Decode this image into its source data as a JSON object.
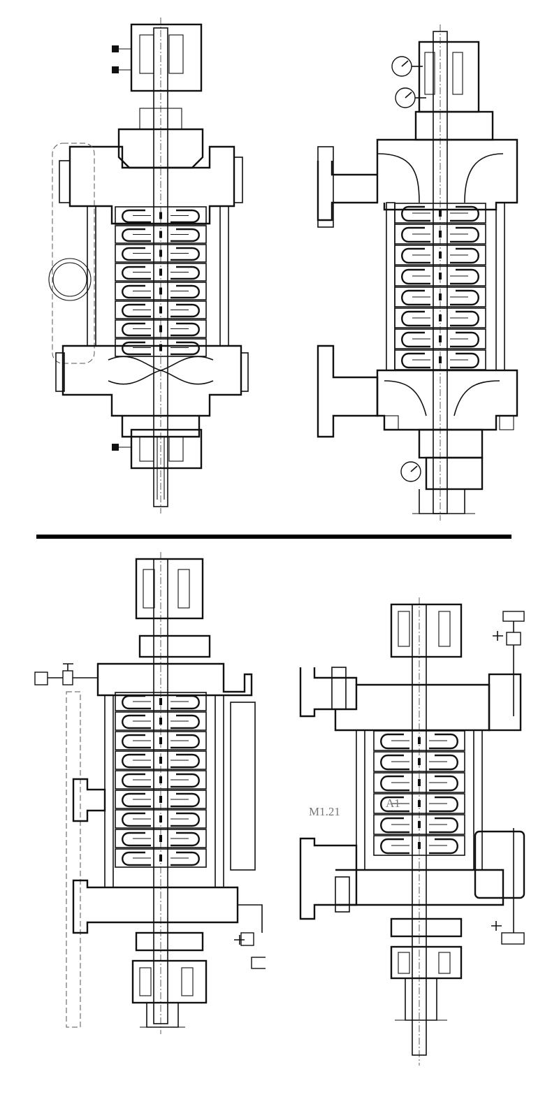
{
  "drawings": [
    {
      "id": "pump-top-left",
      "stages": 8,
      "orientation": "horizontal-inlet-left"
    },
    {
      "id": "pump-top-right",
      "stages": 8,
      "orientation": "flanged-inlets-left",
      "gauges": 3
    },
    {
      "id": "pump-bottom-left",
      "stages": 9,
      "orientation": "with-valves"
    },
    {
      "id": "pump-bottom-right",
      "stages": 6,
      "orientation": "with-valves-right"
    }
  ],
  "annotations": {
    "bottom_right_note_1": "M1.21",
    "bottom_right_note_2": "A1"
  },
  "colors": {
    "line": "#111111",
    "background": "#ffffff",
    "annotation": "#777777"
  }
}
